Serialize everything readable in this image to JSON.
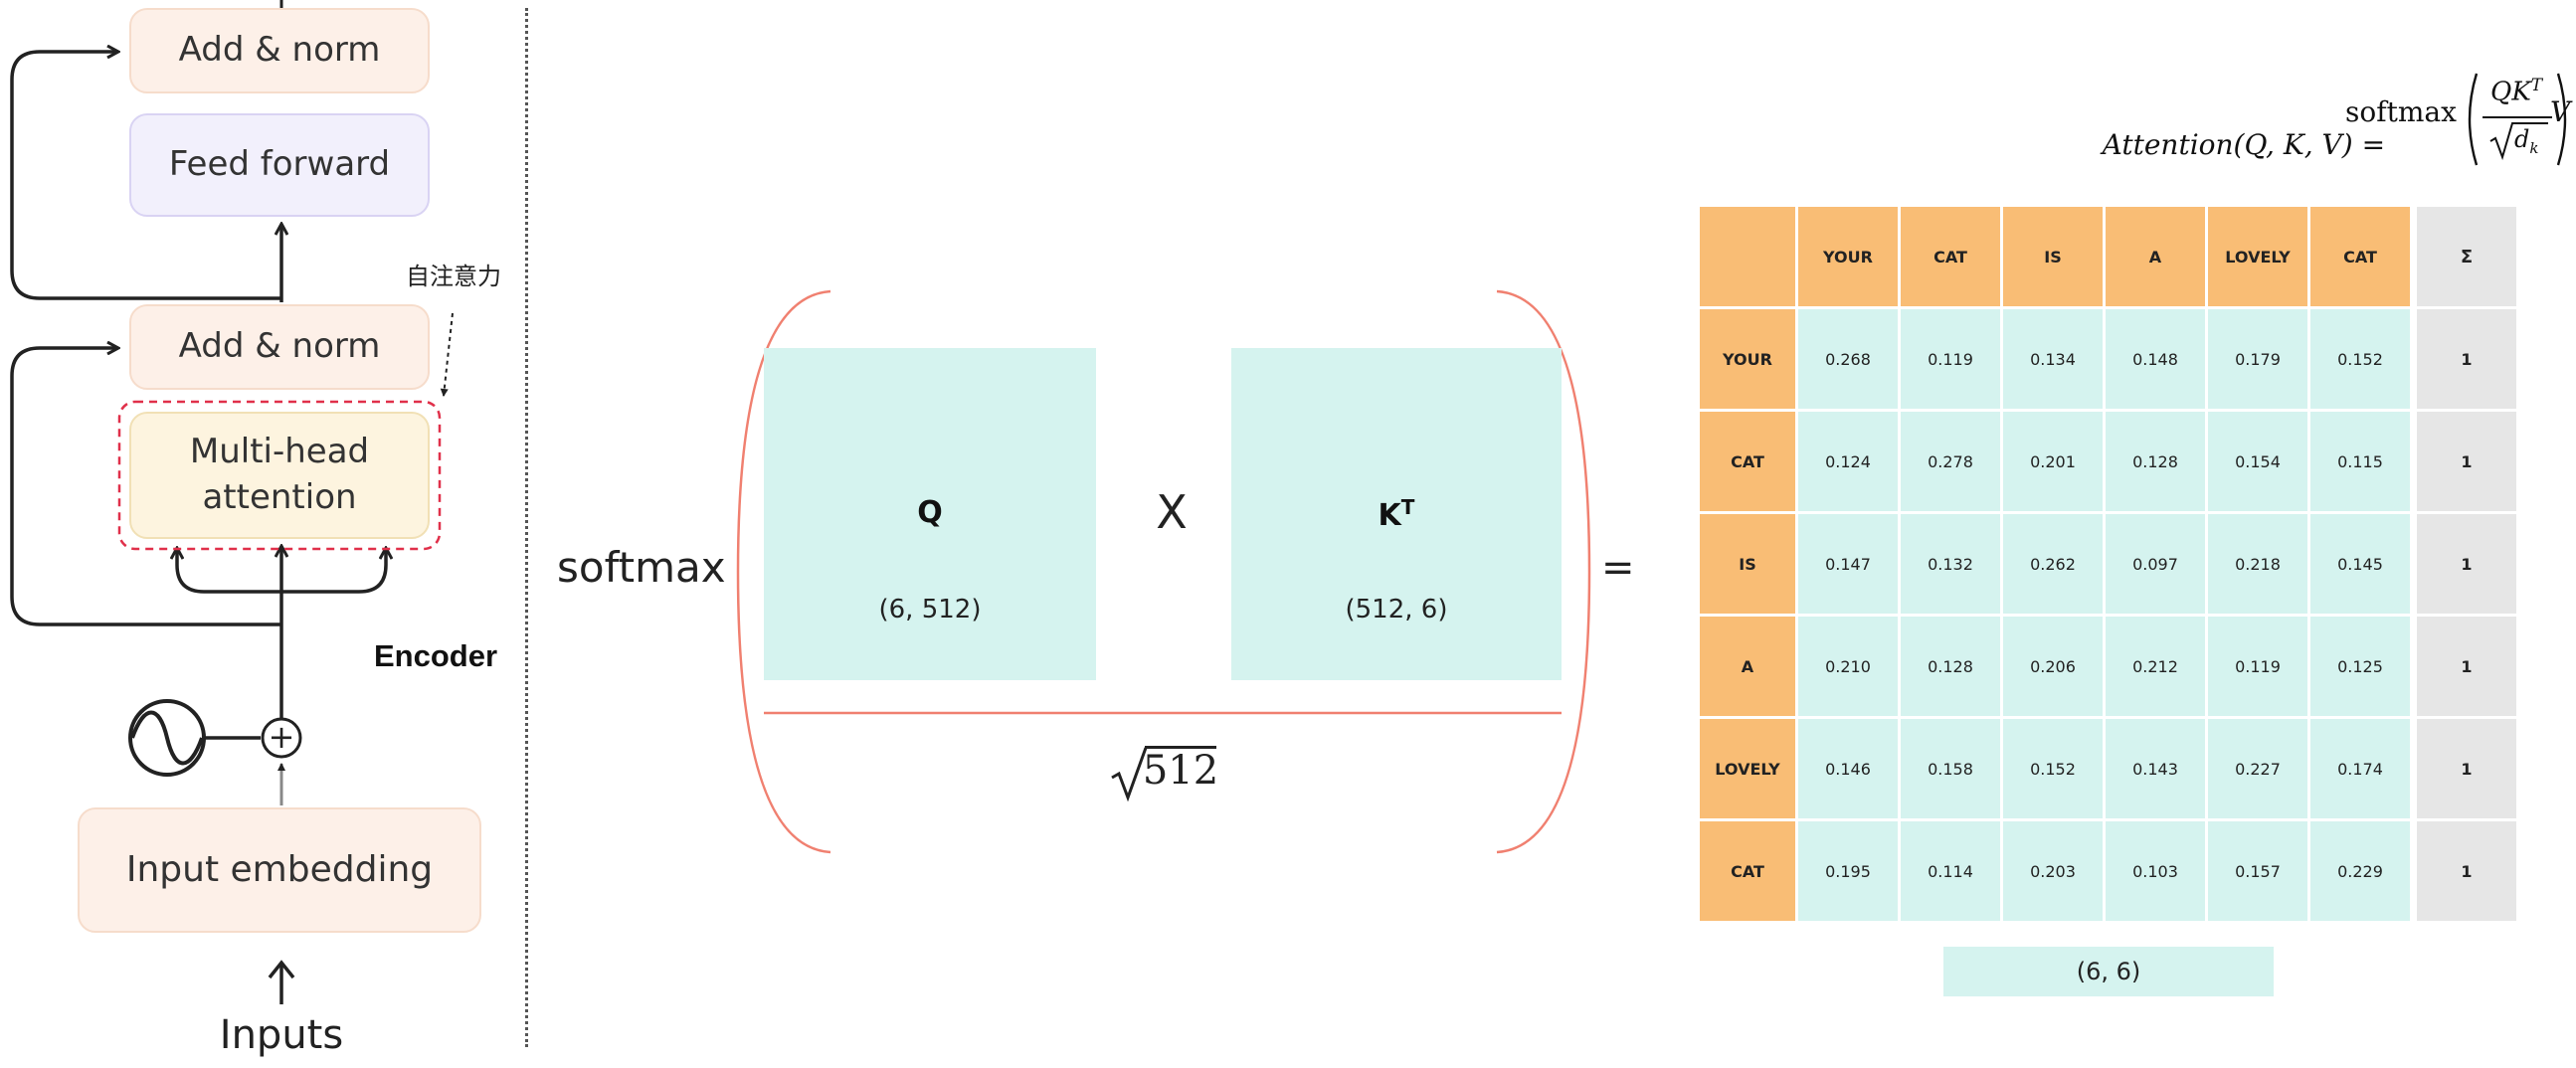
{
  "encoder": {
    "add_norm_top": "Add & norm",
    "feed_forward": "Feed forward",
    "add_norm_bottom": "Add & norm",
    "multi_head_line1": "Multi-head",
    "multi_head_line2": "attention",
    "self_attention_note": "自注意力",
    "encoder_label": "Encoder",
    "plus_symbol": "+",
    "input_embedding": "Input embedding",
    "inputs": "Inputs"
  },
  "softmax_expr": {
    "softmax_label": "softmax",
    "q_label": "Q",
    "q_shape": "(6, 512)",
    "times": "X",
    "k_label": "K",
    "k_sup": "T",
    "k_shape": "(512, 6)",
    "sqrt_value": "512",
    "equals": "="
  },
  "formula": {
    "lhs": "Attention(Q, K, V) = ",
    "softmax": "softmax",
    "numerator": "QK",
    "numerator_sup": "T",
    "denominator_base": "d",
    "denominator_sub": "k",
    "tail": "V"
  },
  "matrix": {
    "columns": [
      "YOUR",
      "CAT",
      "IS",
      "A",
      "LOVELY",
      "CAT"
    ],
    "sum_header": "Σ",
    "rows": [
      {
        "label": "YOUR",
        "values": [
          "0.268",
          "0.119",
          "0.134",
          "0.148",
          "0.179",
          "0.152"
        ],
        "sum": "1"
      },
      {
        "label": "CAT",
        "values": [
          "0.124",
          "0.278",
          "0.201",
          "0.128",
          "0.154",
          "0.115"
        ],
        "sum": "1"
      },
      {
        "label": "IS",
        "values": [
          "0.147",
          "0.132",
          "0.262",
          "0.097",
          "0.218",
          "0.145"
        ],
        "sum": "1"
      },
      {
        "label": "A",
        "values": [
          "0.210",
          "0.128",
          "0.206",
          "0.212",
          "0.119",
          "0.125"
        ],
        "sum": "1"
      },
      {
        "label": "LOVELY",
        "values": [
          "0.146",
          "0.158",
          "0.152",
          "0.143",
          "0.227",
          "0.174"
        ],
        "sum": "1"
      },
      {
        "label": "CAT",
        "values": [
          "0.195",
          "0.114",
          "0.203",
          "0.103",
          "0.157",
          "0.229"
        ],
        "sum": "1"
      }
    ],
    "shape": "(6, 6)"
  },
  "colors": {
    "header_orange": "#f9bd75",
    "cell_teal": "#d5f3ef",
    "sum_gray": "#e6e6e6",
    "bracket_red": "#f08070",
    "dashed_red": "#e0304a"
  }
}
